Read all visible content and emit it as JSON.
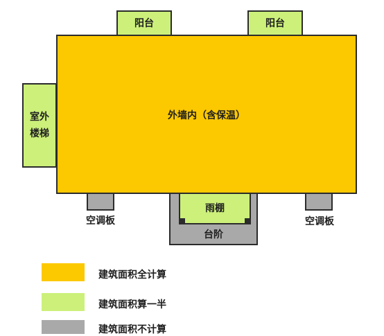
{
  "colors": {
    "full": "#fcc800",
    "half": "#ccf07a",
    "none": "#a9a9a9"
  },
  "labels": {
    "balcony_left": "阳台",
    "balcony_right": "阳台",
    "main": "外墙内（含保温）",
    "stair_line1": "室外",
    "stair_line2": "楼梯",
    "ac_left": "空调板",
    "ac_right": "空调板",
    "canopy": "雨棚",
    "steps": "台阶"
  },
  "legend": [
    {
      "color_key": "full",
      "text": "建筑面积全计算"
    },
    {
      "color_key": "half",
      "text": "建筑面积算一半"
    },
    {
      "color_key": "none",
      "text": "建筑面积不计算"
    }
  ]
}
